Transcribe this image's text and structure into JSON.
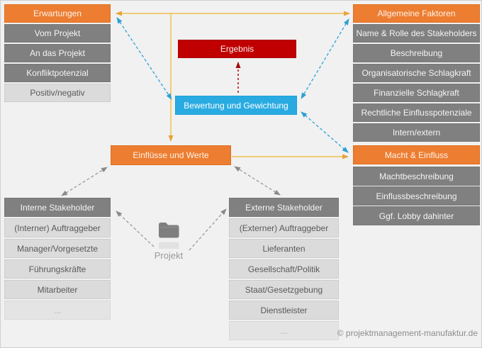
{
  "palette": {
    "background": "#F1F1F1",
    "orange_accent": "#ED7D31",
    "dark_gray_box": "#808080",
    "light_gray_box": "#DBDBDB",
    "result_red": "#C00000",
    "evaluation_blue": "#29ABE2",
    "gold_connector": "#EFC04A",
    "blue_connector": "#35A8DC",
    "gray_connector": "#999999"
  },
  "expectations": {
    "header": "Erwartungen",
    "items": [
      "Vom Projekt",
      "An das Projekt",
      "Konfliktpotenzial",
      "Positiv/negativ"
    ]
  },
  "general_factors": {
    "header": "Allgemeine Faktoren",
    "items": [
      "Name & Rolle des Stakeholders",
      "Beschreibung",
      "Organisatorische Schlagkraft",
      "Finanzielle Schlagkraft",
      "Rechtliche Einflusspotenziale",
      "Intern/extern"
    ]
  },
  "power_influence": {
    "header": "Macht & Einfluss",
    "items": [
      "Machtbeschreibung",
      "Einflussbeschreibung",
      "Ggf. Lobby dahinter"
    ]
  },
  "internal_stakeholders": {
    "header": "Interne Stakeholder",
    "items": [
      "(Interner) Auftraggeber",
      "Manager/Vorgesetzte",
      "Führungskräfte",
      "Mitarbeiter",
      "..."
    ]
  },
  "external_stakeholders": {
    "header": "Externe Stakeholder",
    "items": [
      "(Externer) Auftraggeber",
      "Lieferanten",
      "Gesellschaft/Politik",
      "Staat/Gesetzgebung",
      "Dienstleister",
      "..."
    ]
  },
  "center": {
    "result_label": "Ergebnis",
    "evaluation_label": "Bewertung und Gewichtung",
    "influences_label": "Einflüsse und Werte"
  },
  "project": {
    "label": "Projekt",
    "icon": "folder-icon"
  },
  "footer": {
    "copyright": "© projektmanagement-manufaktur.de"
  }
}
